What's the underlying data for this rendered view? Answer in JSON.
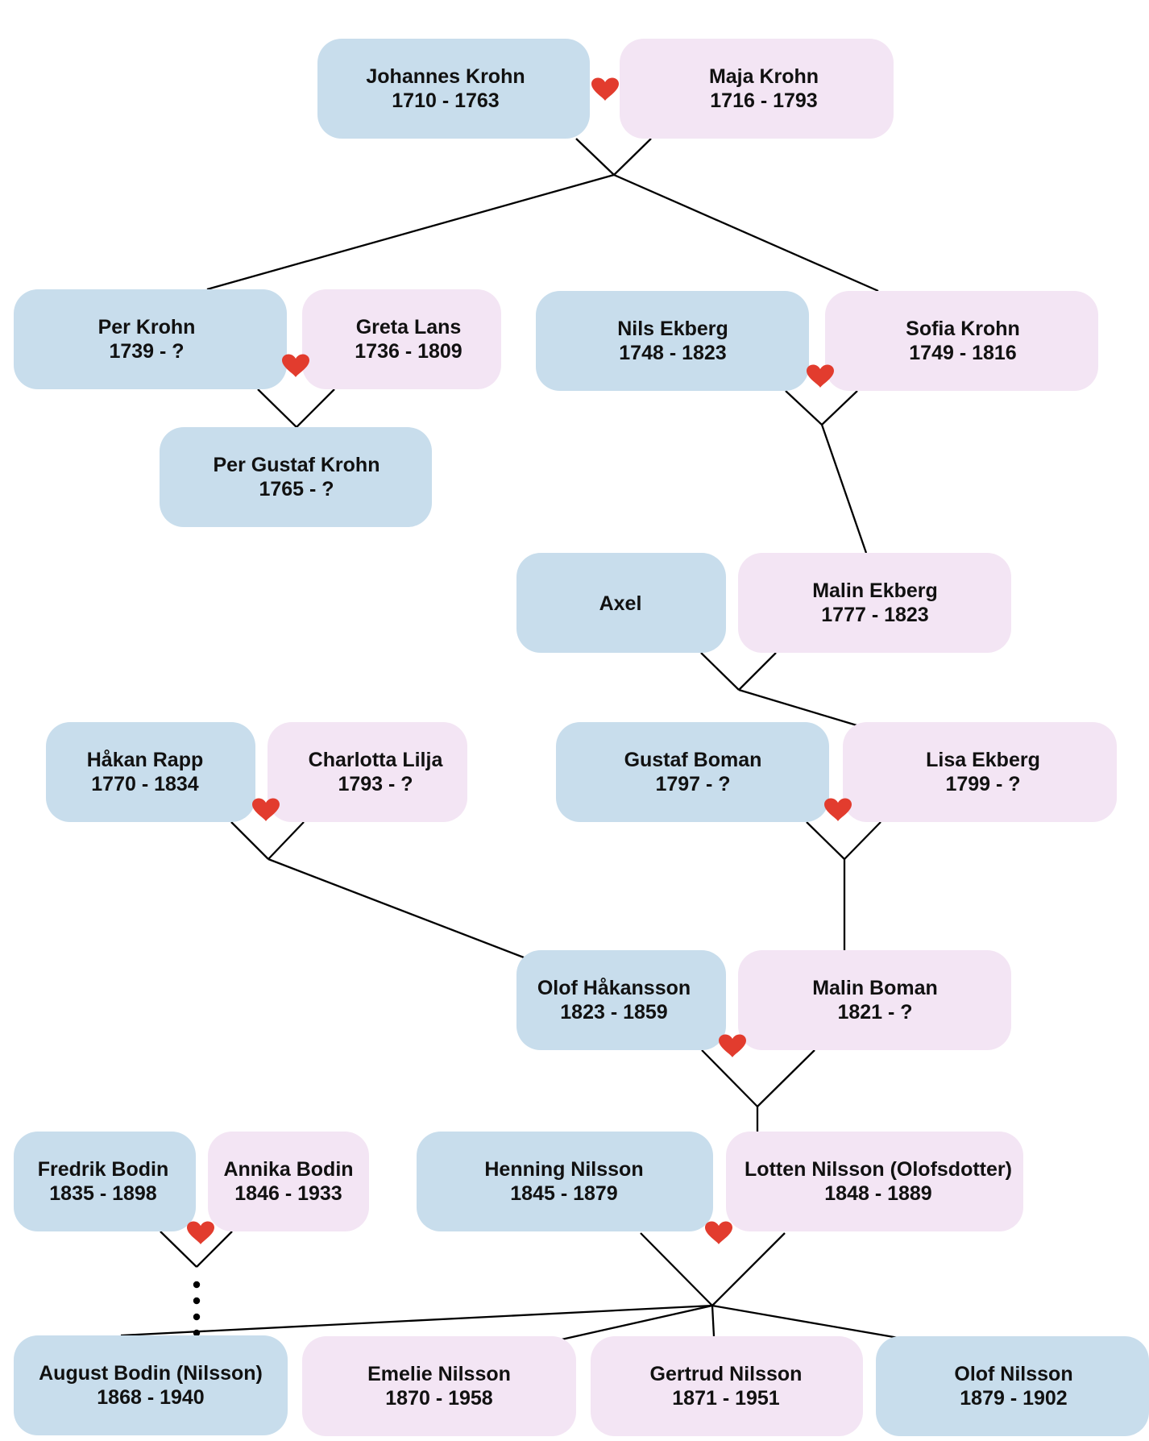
{
  "colors": {
    "male_box": "#c8ddec",
    "female_box": "#f3e5f4",
    "heart": "#e23c2e",
    "line": "#000000"
  },
  "people": [
    {
      "id": "johannes",
      "name": "Johannes Krohn",
      "dates": "1710 - 1763",
      "gender": "male"
    },
    {
      "id": "maja",
      "name": "Maja Krohn",
      "dates": "1716 - 1793",
      "gender": "female"
    },
    {
      "id": "per",
      "name": "Per Krohn",
      "dates": "1739 - ?",
      "gender": "male"
    },
    {
      "id": "greta",
      "name": "Greta Lans",
      "dates": "1736 - 1809",
      "gender": "female"
    },
    {
      "id": "nils",
      "name": "Nils Ekberg",
      "dates": "1748 - 1823",
      "gender": "male"
    },
    {
      "id": "sofia",
      "name": "Sofia Krohn",
      "dates": "1749 - 1816",
      "gender": "female"
    },
    {
      "id": "pergustaf",
      "name": "Per Gustaf Krohn",
      "dates": "1765 - ?",
      "gender": "male"
    },
    {
      "id": "axel",
      "name": "Axel",
      "dates": "",
      "gender": "male"
    },
    {
      "id": "malin_e",
      "name": "Malin Ekberg",
      "dates": "1777 - 1823",
      "gender": "female"
    },
    {
      "id": "hakan",
      "name": "Håkan Rapp",
      "dates": "1770 - 1834",
      "gender": "male"
    },
    {
      "id": "charlotta",
      "name": "Charlotta Lilja",
      "dates": "1793 - ?",
      "gender": "female"
    },
    {
      "id": "gustaf",
      "name": "Gustaf Boman",
      "dates": "1797 - ?",
      "gender": "male"
    },
    {
      "id": "lisa",
      "name": "Lisa Ekberg",
      "dates": "1799 - ?",
      "gender": "female"
    },
    {
      "id": "olof_h",
      "name": "Olof Håkansson",
      "dates": "1823 - 1859",
      "gender": "male"
    },
    {
      "id": "malin_b",
      "name": "Malin Boman",
      "dates": "1821 - ?",
      "gender": "female"
    },
    {
      "id": "fredrik",
      "name": "Fredrik Bodin",
      "dates": "1835 - 1898",
      "gender": "male"
    },
    {
      "id": "annika",
      "name": "Annika Bodin",
      "dates": "1846 - 1933",
      "gender": "female"
    },
    {
      "id": "henning",
      "name": "Henning Nilsson",
      "dates": "1845 - 1879",
      "gender": "male"
    },
    {
      "id": "lotten",
      "name": "Lotten Nilsson (Olofsdotter)",
      "dates": "1848 - 1889",
      "gender": "female"
    },
    {
      "id": "august",
      "name": "August Bodin (Nilsson)",
      "dates": "1868 - 1940",
      "gender": "male"
    },
    {
      "id": "emelie",
      "name": "Emelie Nilsson",
      "dates": "1870 - 1958",
      "gender": "female"
    },
    {
      "id": "gertrud",
      "name": "Gertrud Nilsson",
      "dates": "1871 - 1951",
      "gender": "female"
    },
    {
      "id": "olof_n",
      "name": "Olof Nilsson",
      "dates": "1879 - 1902",
      "gender": "male"
    }
  ],
  "couples": [
    {
      "id": "johannes-maja",
      "partners": [
        "johannes",
        "maja"
      ],
      "married": true,
      "children": [
        "per",
        "sofia"
      ]
    },
    {
      "id": "per-greta",
      "partners": [
        "per",
        "greta"
      ],
      "married": true,
      "children": [
        "pergustaf"
      ]
    },
    {
      "id": "nils-sofia",
      "partners": [
        "nils",
        "sofia"
      ],
      "married": true,
      "children": [
        "malin_e"
      ]
    },
    {
      "id": "axel-malin",
      "partners": [
        "axel",
        "malin_e"
      ],
      "married": false,
      "children": [
        "lisa"
      ]
    },
    {
      "id": "hakan-charlotta",
      "partners": [
        "hakan",
        "charlotta"
      ],
      "married": true,
      "children": [
        "olof_h"
      ]
    },
    {
      "id": "gustaf-lisa",
      "partners": [
        "gustaf",
        "lisa"
      ],
      "married": true,
      "children": [
        "malin_b"
      ]
    },
    {
      "id": "olof-malin",
      "partners": [
        "olof_h",
        "malin_b"
      ],
      "married": true,
      "children": [
        "lotten"
      ]
    },
    {
      "id": "fredrik-annika",
      "partners": [
        "fredrik",
        "annika"
      ],
      "married": true,
      "children": [],
      "fostered": [
        "august"
      ]
    },
    {
      "id": "henning-lotten",
      "partners": [
        "henning",
        "lotten"
      ],
      "married": true,
      "children": [
        "august",
        "emelie",
        "gertrud",
        "olof_n"
      ]
    }
  ]
}
